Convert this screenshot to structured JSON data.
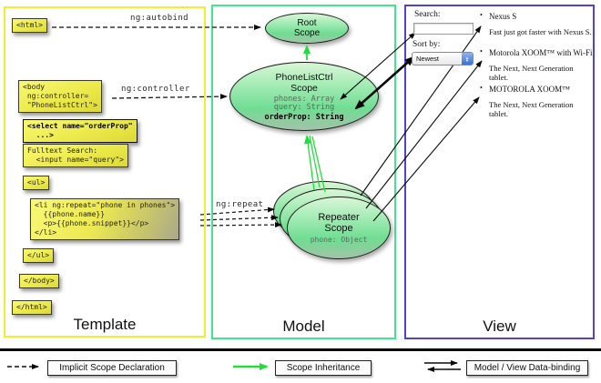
{
  "columns": {
    "template": {
      "label": "Template"
    },
    "model": {
      "label": "Model"
    },
    "view": {
      "label": "View"
    }
  },
  "template": {
    "boxes": {
      "html_open": "<html>",
      "body_open": "<body\n ng:controller=\n \"PhoneListCtrl\">",
      "select": "<select name=\"orderProp\"\n  ...>",
      "fulltext": "Fulltext Search:\n  <input name=\"query\">",
      "ul_open": "<ul>",
      "li_repeat": "<li ng:repeat=\"phone in phones\">\n  {{phone.name}}\n  <p>{{phone.snippet}}</p>\n</li>",
      "ul_close": "</ul>",
      "body_close": "</body>",
      "html_close": "</html>"
    }
  },
  "model": {
    "root_scope": {
      "title": "Root\nScope"
    },
    "phone_list_scope": {
      "title": "PhoneListCtrl\nScope",
      "props": "phones: Array\nquery: String",
      "bold_prop": "orderProp: String"
    },
    "repeater_scope": {
      "title": "Repeater\nScope",
      "prop": "phone: Object"
    }
  },
  "arrow_labels": {
    "autobind": "ng:autobind",
    "controller": "ng:controller",
    "repeat": "ng:repeat"
  },
  "view": {
    "search_label": "Search:",
    "search_value": "",
    "sort_label": "Sort by:",
    "sort_value": "Newest",
    "items": [
      {
        "name": "Nexus S",
        "desc": "Fast just got faster with Nexus S."
      },
      {
        "name": "Motorola XOOM™ with Wi-Fi",
        "desc": "The Next, Next Generation tablet."
      },
      {
        "name": "MOTOROLA XOOM™",
        "desc": "The Next, Next Generation tablet."
      }
    ]
  },
  "legend": {
    "implicit": "Implicit Scope Declaration",
    "inheritance": "Scope Inheritance",
    "binding": "Model / View Data-binding"
  }
}
